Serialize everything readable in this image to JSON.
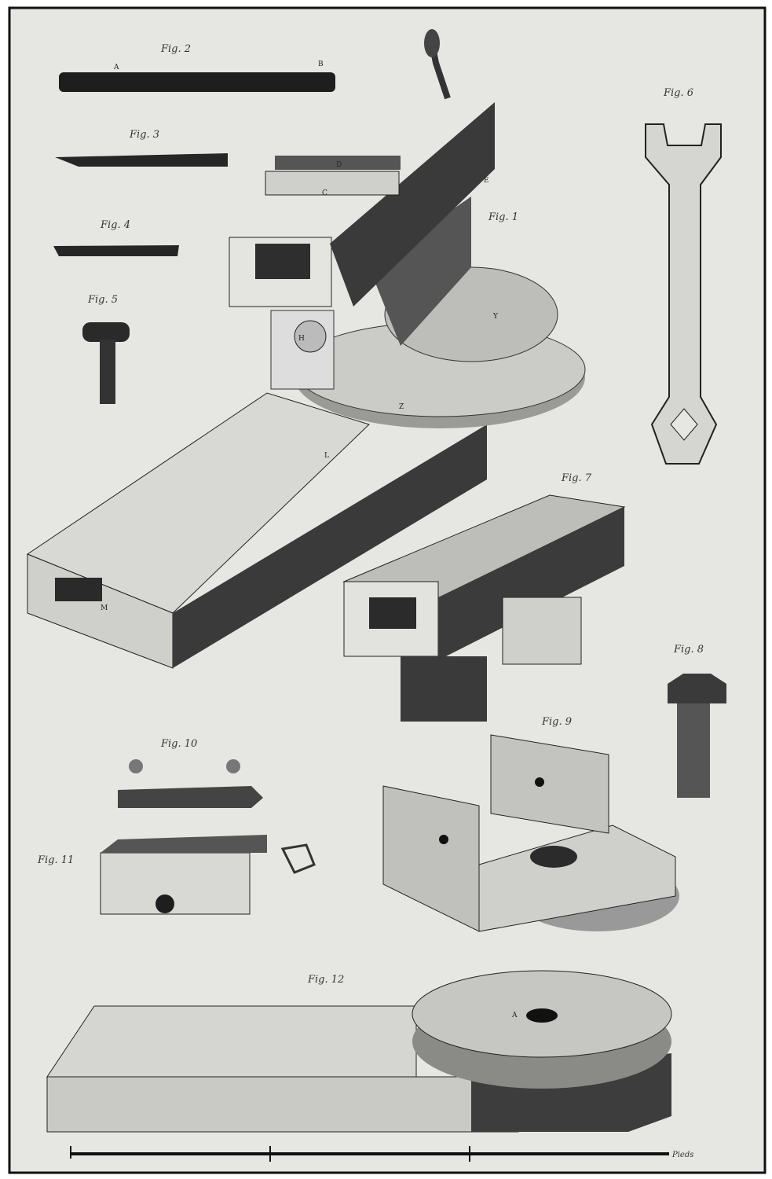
{
  "plate": {
    "figures": {
      "fig1": "Fig. 1",
      "fig2": "Fig. 2",
      "fig3": "Fig. 3",
      "fig4": "Fig. 4",
      "fig5": "Fig. 5",
      "fig6": "Fig. 6",
      "fig7": "Fig. 7",
      "fig8": "Fig. 8",
      "fig9": "Fig. 9",
      "fig10": "Fig. 10",
      "fig11": "Fig. 11",
      "fig12": "Fig. 12"
    },
    "letters": {
      "A": "A",
      "B": "B",
      "C": "C",
      "D": "D",
      "E": "E",
      "H": "H",
      "L": "L",
      "M": "M",
      "Z": "Z",
      "Y": "Y"
    },
    "scale_label": "Pieds",
    "colors": {
      "paper": "#e6e6e3",
      "ink": "#1c1c1c",
      "frame": "#111111"
    }
  }
}
